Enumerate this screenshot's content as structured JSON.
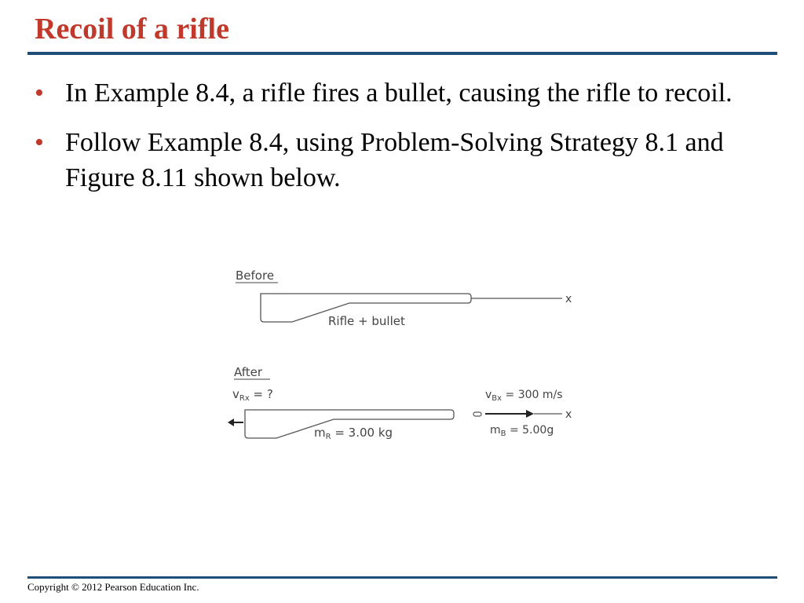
{
  "slide": {
    "title": "Recoil of a rifle",
    "title_color": "#c0392b",
    "rule_color": "#1f4e79",
    "bullet_color": "#c0392b"
  },
  "bullets": [
    {
      "marker": "•",
      "text": "In Example 8.4, a rifle fires a bullet, causing the rifle to recoil."
    },
    {
      "marker": "•",
      "text": "Follow Example 8.4, using Problem-Solving Strategy 8.1 and Figure 8.11 shown below."
    }
  ],
  "figure": {
    "before": {
      "heading": "Before",
      "axis_label": "x",
      "object_label": "Rifle + bullet"
    },
    "after": {
      "heading": "After",
      "rifle_velocity_label": "vRx = ?",
      "rifle_velocity_symbol": "v",
      "rifle_velocity_sub": "Rx",
      "rifle_velocity_value": " = ?",
      "rifle_mass_symbol": "m",
      "rifle_mass_sub": "R",
      "rifle_mass_value": " = 3.00 kg",
      "bullet_velocity_symbol": "v",
      "bullet_velocity_sub": "Bx",
      "bullet_velocity_value": " = 300  m/s",
      "bullet_mass_symbol": "m",
      "bullet_mass_sub": "B",
      "bullet_mass_value": " = 5.00g",
      "axis_label": "x"
    }
  },
  "footer": {
    "copyright": "Copyright © 2012 Pearson Education Inc."
  }
}
